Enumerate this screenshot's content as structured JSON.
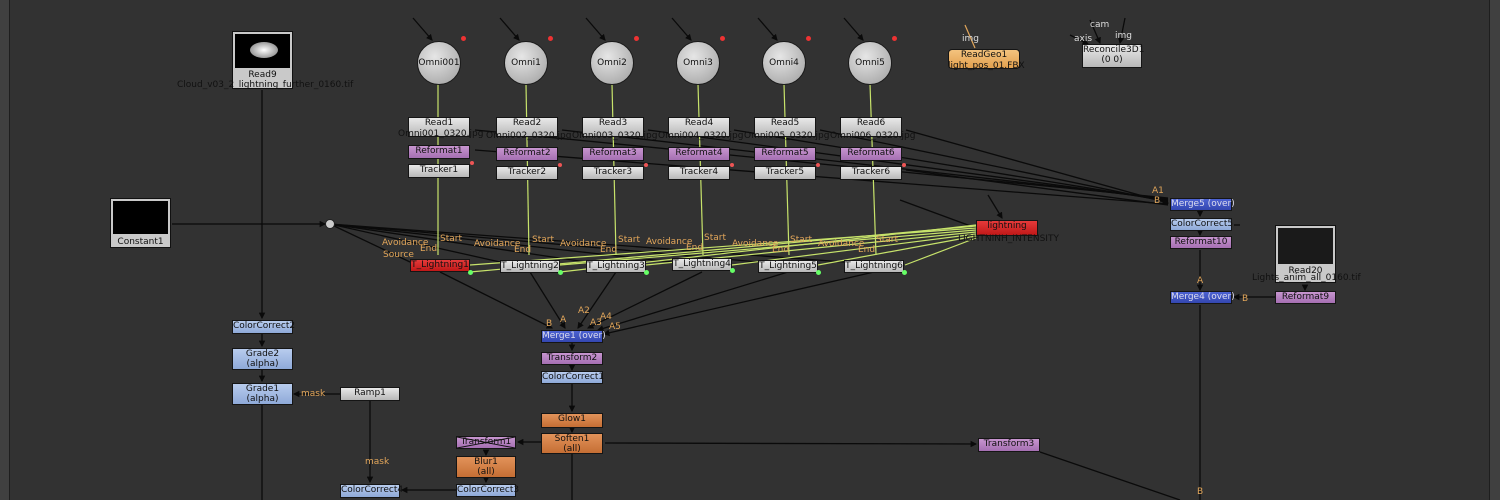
{
  "nodes": {
    "read9": {
      "title": "Read9",
      "file": "Cloud_v03_2_lightning_further_0160.tif"
    },
    "constant1": "Constant1",
    "omni": [
      "Omni001",
      "Omni1",
      "Omni2",
      "Omni3",
      "Omni4",
      "Omni5"
    ],
    "read": [
      {
        "name": "Read1",
        "file": "Omni001_0320.jpg"
      },
      {
        "name": "Read2",
        "file": "Omni002_0320.jpg"
      },
      {
        "name": "Read3",
        "file": "Omni003_0320.jpg"
      },
      {
        "name": "Read4",
        "file": "Omni004_0320.jpg"
      },
      {
        "name": "Read5",
        "file": "Omni005_0320.jpg"
      },
      {
        "name": "Read6",
        "file": "Omni006_0320.jpg"
      }
    ],
    "reformat": [
      "Reformat1",
      "Reformat2",
      "Reformat3",
      "Reformat4",
      "Reformat5",
      "Reformat6"
    ],
    "tracker": [
      "Tracker1",
      "Tracker2",
      "Tracker3",
      "Tracker4",
      "Tracker5",
      "Tracker6"
    ],
    "t_lightning": [
      "T_Lightning1",
      "T_Lightning2",
      "T_Lightning3",
      "T_Lightning4",
      "T_Lightning5",
      "T_Lightning6"
    ],
    "lightning": {
      "title": "lightning",
      "sub": "LIGHTNINH_INTENSITY"
    },
    "readgeo1": {
      "title": "ReadGeo1",
      "file": "light_pos_01.FBX"
    },
    "reconcile3d1": {
      "title": "Reconcile3D1",
      "sub": "(0 0)"
    },
    "merge5": "Merge5 (over)",
    "colorcorrect5": "ColorCorrect5",
    "reformat10": "Reformat10",
    "read20": {
      "title": "Read20",
      "file": "Lights_anim_all_0160.tif"
    },
    "merge4": "Merge4 (over)",
    "reformat9": "Reformat9",
    "colorcorrect2": "ColorCorrect2",
    "grade2": {
      "title": "Grade2",
      "sub": "(alpha)"
    },
    "grade1": {
      "title": "Grade1",
      "sub": "(alpha)"
    },
    "ramp1": "Ramp1",
    "merge1": "Merge1 (over)",
    "transform2": "Transform2",
    "colorcorrect1": "ColorCorrect1",
    "glow1": "Glow1",
    "soften1": {
      "title": "Soften1",
      "sub": "(all)"
    },
    "transform1": "Transform1",
    "blur1": {
      "title": "Blur1",
      "sub": "(all)"
    },
    "colorcorrect3": "ColorCorrect3",
    "colorcorrect4": "ColorCorrect4",
    "transform3": "Transform3"
  },
  "input_labels": {
    "img": "img",
    "cam": "cam",
    "axis": "axis",
    "mask": "mask",
    "A": "A",
    "B": "B",
    "A2": "A2",
    "A3": "A3",
    "A4": "A4",
    "A5": "A5",
    "A1": "A1",
    "start": "Start",
    "end": "End",
    "avoidance": "Avoidance",
    "source": "Source"
  },
  "colors": {
    "background": "#323232",
    "wire": "#0a0a0a",
    "wire_highlight": "#c7e36b",
    "input_label": "#e2a65a",
    "read_node": "#cfcfcf",
    "reformat_node": "#b07fbd",
    "merge_node": "#3d52c0",
    "colorcorrect_node": "#a0b8e2",
    "lightning_node": "#d42a2a",
    "glow_node": "#d4834a"
  },
  "icons": [
    "omni-light-icon",
    "image-thumbnail-icon",
    "dot-icon",
    "mask-input-icon"
  ]
}
